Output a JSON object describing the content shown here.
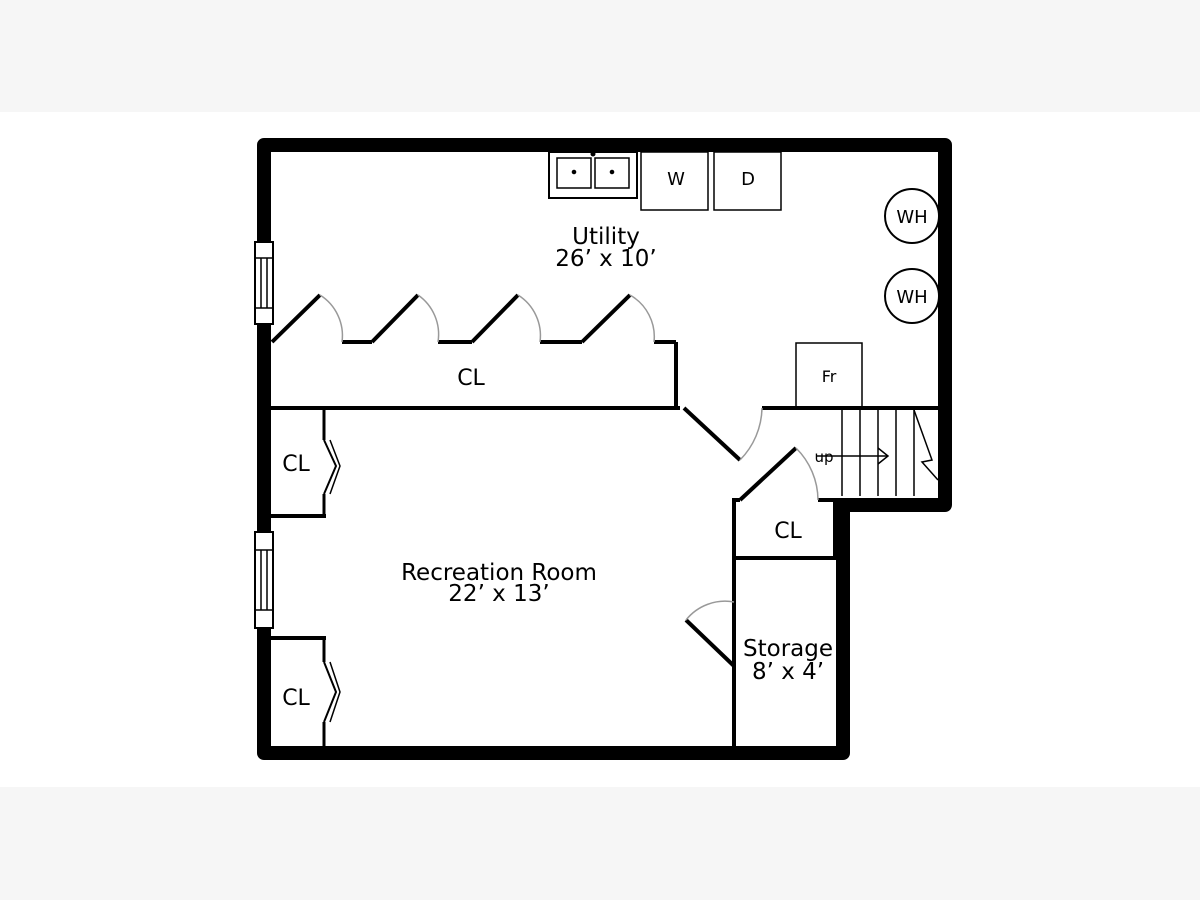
{
  "colors": {
    "page_background": "#f6f6f6",
    "plan_background": "#ffffff",
    "wall": "#000000",
    "door_swing": "#999999"
  },
  "rooms": {
    "utility": {
      "name": "Utility",
      "size": "26’ x 10’"
    },
    "recreation": {
      "name": "Recreation Room",
      "size": "22’ x 13’"
    },
    "storage": {
      "name": "Storage",
      "size": "8’ x 4’"
    }
  },
  "labels": {
    "closet_utility": "CL",
    "closet_rec_top": "CL",
    "closet_rec_bottom": "CL",
    "closet_stair": "CL",
    "washer": "W",
    "dryer": "D",
    "water_heater_1": "WH",
    "water_heater_2": "WH",
    "fridge": "Fr",
    "stairs": "up"
  }
}
